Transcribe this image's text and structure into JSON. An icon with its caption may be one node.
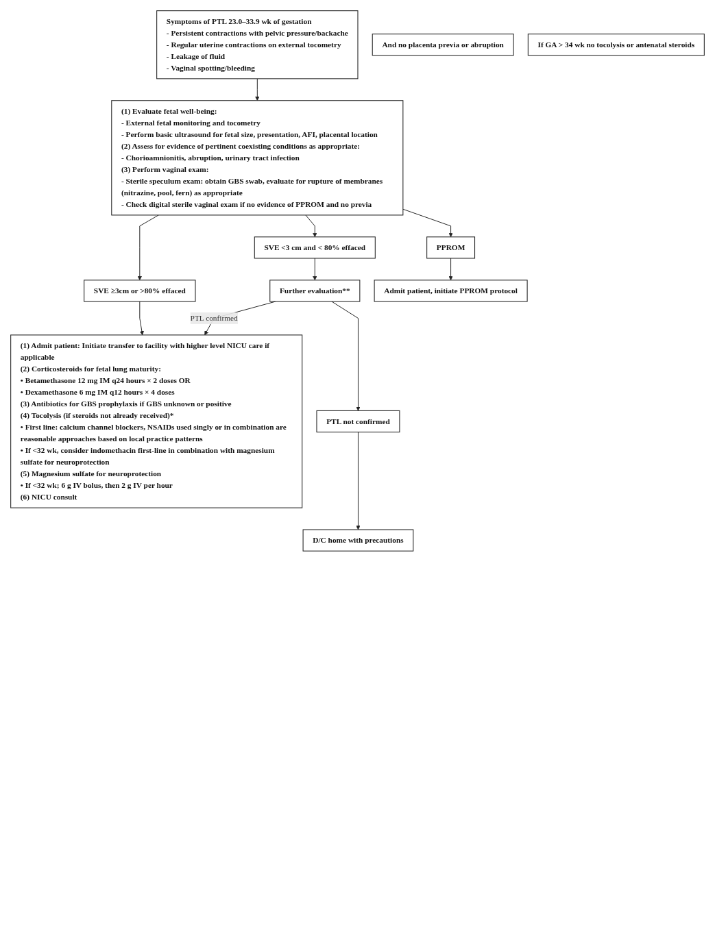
{
  "diagram": {
    "nodes": [
      {
        "text": [
          "Symptoms of PTL 23.0–33.9 wk of gestation",
          "- Persistent contractions with pelvic pressure/backache",
          "- Regular uterine contractions on external tocometry",
          "- Leakage of fluid",
          "- Vaginal spotting/bleeding"
        ]
      },
      {
        "text": [
          "And no placenta previa or abruption"
        ]
      },
      {
        "text": [
          "If GA > 34 wk no tocolysis or antenatal steroids"
        ]
      },
      {
        "text": [
          "(1) Evaluate fetal well-being:",
          "- External fetal monitoring and tocometry",
          "- Perform basic ultrasound for fetal size, presentation, AFI, placental location",
          "(2) Assess for evidence of pertinent coexisting conditions as appropriate:",
          "- Chorioamnionitis, abruption, urinary tract infection",
          "(3) Perform vaginal exam:",
          "- Sterile speculum exam: obtain GBS swab, evaluate for rupture of membranes (nitrazine, pool, fern) as appropriate",
          "- Check digital sterile vaginal exam if no evidence of PPROM and no previa"
        ]
      },
      {
        "text": [
          "PPROM"
        ]
      },
      {
        "text": [
          "SVE ≥3cm or >80% effaced"
        ]
      },
      {
        "text": [
          "SVE <3 cm and < 80% effaced"
        ]
      },
      {
        "text": [
          "Further evaluation**"
        ]
      },
      {
        "text": [
          "Admit patient, initiate PPROM protocol"
        ]
      },
      {
        "text": [
          "(1) Admit patient: Initiate transfer to facility with higher level NICU care if applicable",
          "(2) Corticosteroids for fetal lung maturity:",
          "• Betamethasone 12 mg IM q24 hours × 2 doses OR",
          "• Dexamethasone 6 mg IM q12 hours × 4 doses",
          "(3) Antibiotics for GBS prophylaxis if GBS unknown or positive",
          "(4) Tocolysis (if steroids not already received)*",
          "• First line: calcium channel blockers, NSAIDs used singly or in combination are reasonable approaches based on local practice patterns",
          "• If <32 wk, consider indomethacin first-line in combination with magnesium sulfate for neuroprotection",
          "(5) Magnesium sulfate for neuroprotection",
          "• If <32 wk; 6 g IV bolus, then 2 g IV per hour",
          "(6) NICU consult"
        ]
      },
      {
        "text": [
          "PTL not confirmed"
        ]
      },
      {
        "text": [
          "D/C home with precautions"
        ]
      }
    ],
    "edges": [
      {
        "from": 0,
        "to": 3,
        "arrow": "to"
      },
      {
        "from": 3,
        "to": 4,
        "arrow": "to"
      },
      {
        "from": 3,
        "to": 5,
        "arrow": "to"
      },
      {
        "from": 3,
        "to": 6,
        "arrow": "to"
      },
      {
        "from": 4,
        "to": 8,
        "arrow": "to"
      },
      {
        "from": 5,
        "to": 9,
        "arrow": "to"
      },
      {
        "from": 6,
        "to": 7,
        "arrow": "to"
      },
      {
        "from": 7,
        "to": 9,
        "label": "PTL confirmed",
        "arrow": "to"
      },
      {
        "from": 7,
        "to": 10,
        "arrow": "to"
      },
      {
        "from": 10,
        "to": 11,
        "arrow": "to"
      }
    ]
  }
}
